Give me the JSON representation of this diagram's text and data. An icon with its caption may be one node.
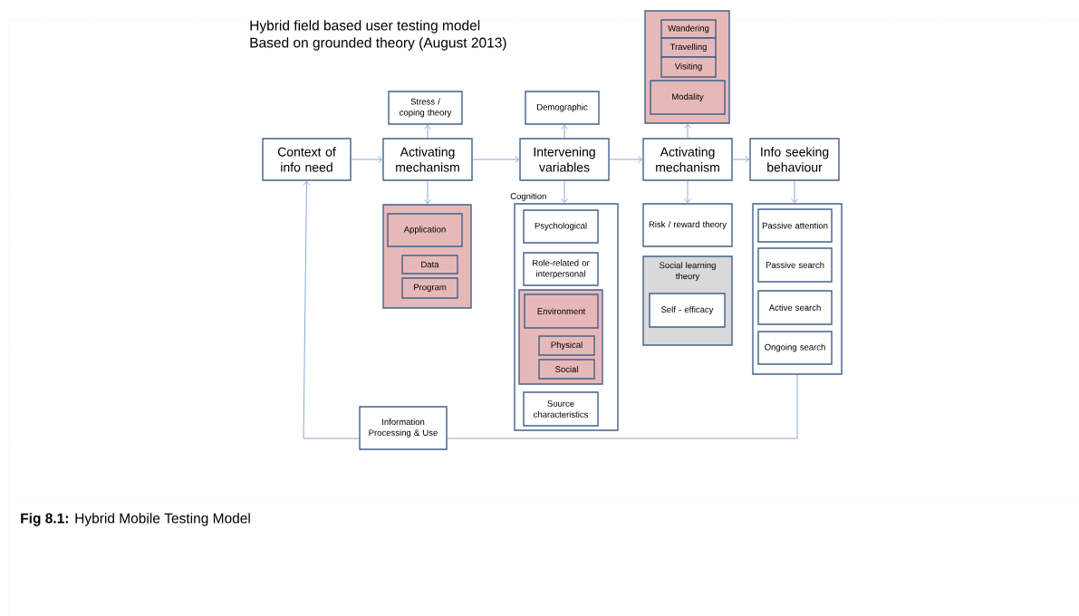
{
  "diagram": {
    "title": "Hybrid field based user testing model",
    "caption": "**Fig 8.1:** Hybrid Mobile Testing Model",
    "labels": [
      "Based on grounded theory (August 2013)"
    ],
    "nodes": [
      {
        "text": [
          "Context of info need"
        ]
      },
      {
        "text": [
          "Activating mechanism"
        ]
      },
      {
        "text": [
          "Intervening variables"
        ]
      },
      {
        "text": [
          "Activating mechanism"
        ]
      },
      {
        "text": [
          "Info seeking behaviour"
        ]
      },
      {
        "text": [
          "Stress / coping theory"
        ]
      },
      {
        "text": [
          "Demographic"
        ]
      },
      {
        "text": [],
        "shape": "box"
      },
      {
        "text": [
          "Wandering"
        ],
        "in": 7
      },
      {
        "text": [
          "Travelling"
        ],
        "in": 7
      },
      {
        "text": [
          "Visiting"
        ],
        "in": 7
      },
      {
        "text": [
          "Modality"
        ],
        "in": 7
      },
      {
        "text": [],
        "shape": "box"
      },
      {
        "text": [
          "Application"
        ],
        "in": 12
      },
      {
        "text": [
          "Data"
        ],
        "in": 12
      },
      {
        "text": [
          "Program"
        ],
        "in": 12
      },
      {
        "text": [
          "Cognition"
        ]
      },
      {
        "text": [
          "Psychological"
        ],
        "in": 16
      },
      {
        "text": [
          "Role-related or interpersonal"
        ],
        "in": 16
      },
      {
        "text": [],
        "shape": "box",
        "in": 16
      },
      {
        "text": [
          "Environment"
        ],
        "in": 19
      },
      {
        "text": [
          "Physical"
        ],
        "in": 19
      },
      {
        "text": [
          "Social"
        ],
        "in": 19
      },
      {
        "text": [
          "Source characteristics"
        ],
        "in": 16
      },
      {
        "text": [
          "Risk / reward theory"
        ]
      },
      {
        "text": [
          "Social learning theory"
        ]
      },
      {
        "text": [
          "Self - efficacy"
        ],
        "in": 25
      },
      {
        "text": [],
        "shape": "box"
      },
      {
        "text": [
          "Passive attention"
        ],
        "in": 27
      },
      {
        "text": [
          "Passive search"
        ],
        "in": 27
      },
      {
        "text": [
          "Active search"
        ],
        "in": 27
      },
      {
        "text": [
          "Ongoing search"
        ],
        "in": 27
      },
      {
        "text": [
          "Information Processing & Use"
        ]
      }
    ],
    "edges": [
      {
        "from": 0,
        "to": 1,
        "arrow": "to"
      },
      {
        "from": 1,
        "to": 2,
        "arrow": "to"
      },
      {
        "from": 2,
        "to": 3,
        "arrow": "to"
      },
      {
        "from": 3,
        "to": 4,
        "arrow": "to"
      },
      {
        "from": 1,
        "to": 5,
        "arrow": "to"
      },
      {
        "from": 2,
        "to": 6,
        "arrow": "to"
      },
      {
        "from": 3,
        "to": 7,
        "arrow": "to"
      },
      {
        "from": 1,
        "to": 12,
        "arrow": "to"
      },
      {
        "from": 2,
        "to": 16,
        "arrow": "to"
      },
      {
        "from": 3,
        "to": 24,
        "arrow": "to"
      },
      {
        "from": 4,
        "to": 27,
        "arrow": "to"
      },
      {
        "from": 27,
        "to": 32,
        "arrow": "none"
      },
      {
        "from": 32,
        "to": 0,
        "arrow": "to"
      }
    ]
  }
}
